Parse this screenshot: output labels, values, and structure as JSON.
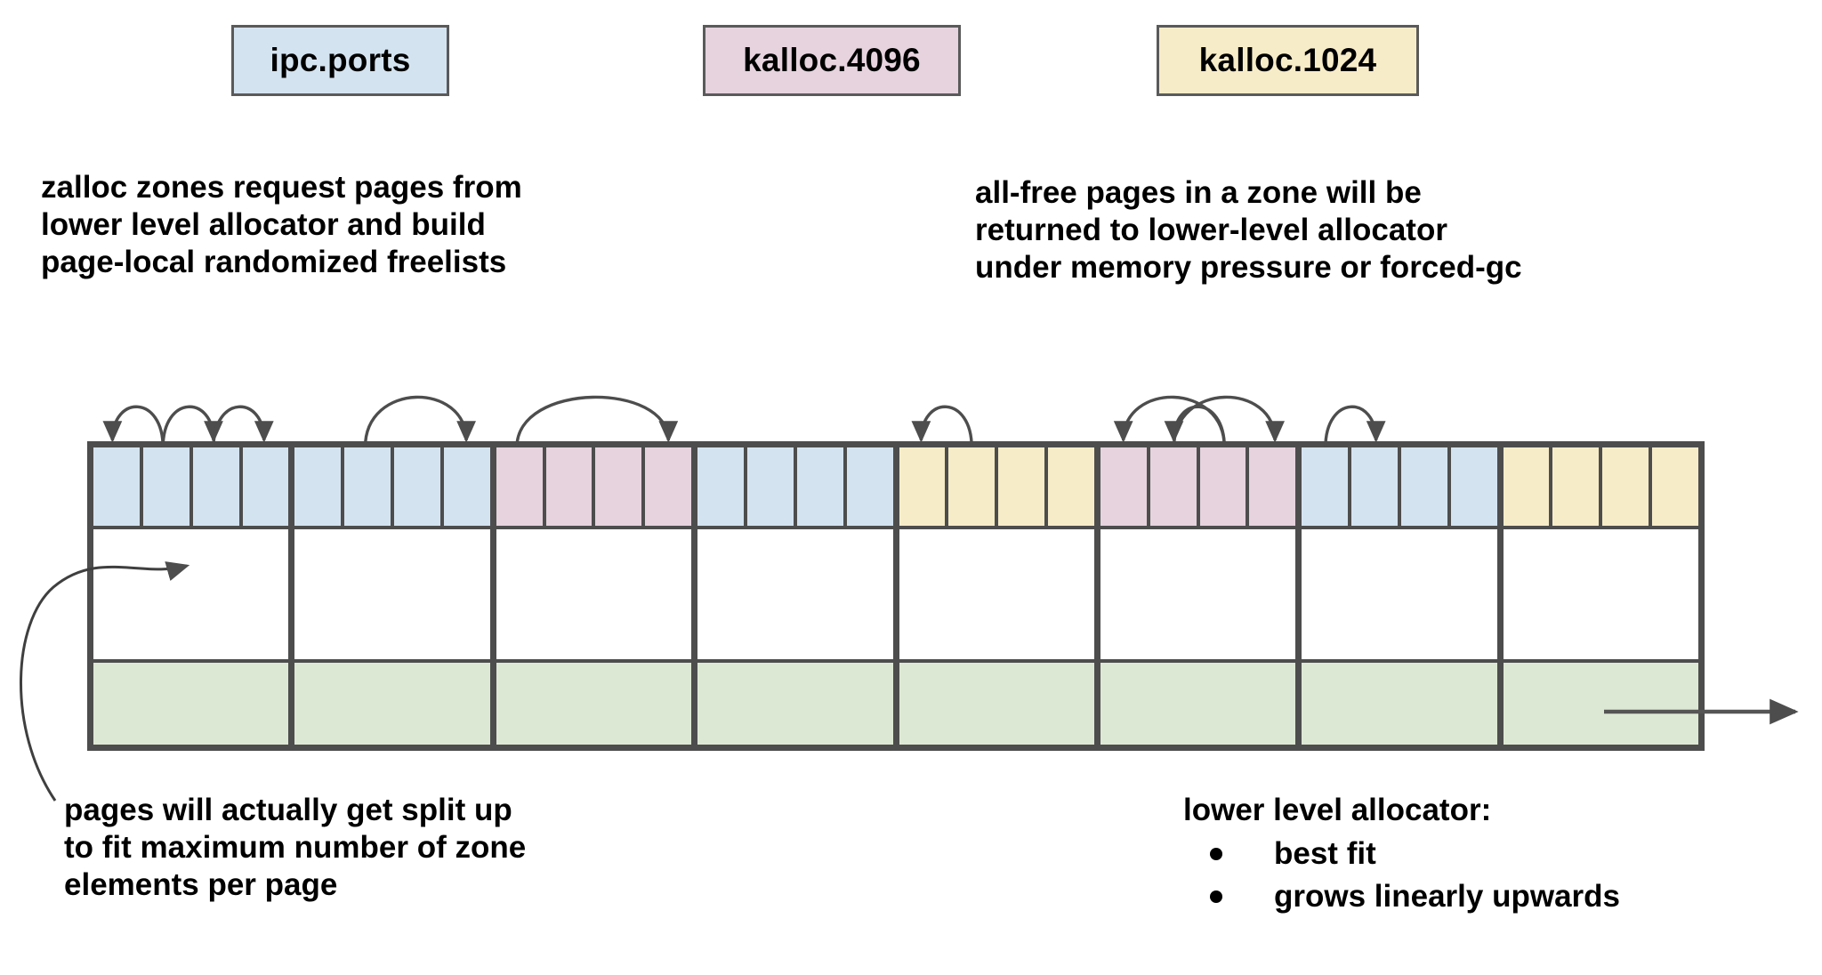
{
  "legend": {
    "chips": [
      {
        "label": "ipc.ports",
        "color": "#d4e3f0"
      },
      {
        "label": "kalloc.4096",
        "color": "#e6d3dd"
      },
      {
        "label": "kalloc.1024",
        "color": "#f7ecc8"
      }
    ]
  },
  "notes": {
    "top_left": "zalloc zones request pages from\nlower level allocator and build\npage-local randomized freelists",
    "top_right": "all-free pages in a zone will be\nreturned to lower-level allocator\nunder memory pressure or forced-gc",
    "bottom_left": "pages will actually get split up\nto fit maximum number of zone\nelements per page"
  },
  "allocator": {
    "title": "lower level allocator:",
    "bullets": [
      "best fit",
      "grows linearly upwards"
    ]
  },
  "memory_map": {
    "page_count": 8,
    "cells_per_page": 4,
    "rows": [
      "zone-elements",
      "free-space",
      "used-by-lower-allocator"
    ],
    "colors": {
      "ipc_ports": "#d4e3f0",
      "kalloc_4096": "#e6d3dd",
      "kalloc_1024": "#f7ecc8",
      "used": "#dde8d4",
      "free": "#ffffff",
      "stroke": "#4d4d4d"
    },
    "pages": [
      {
        "index": 1,
        "zone": "ipc.ports",
        "color": "#d4e3f0"
      },
      {
        "index": 2,
        "zone": "ipc.ports",
        "color": "#d4e3f0"
      },
      {
        "index": 3,
        "zone": "kalloc.4096",
        "color": "#e6d3dd"
      },
      {
        "index": 4,
        "zone": "ipc.ports",
        "color": "#d4e3f0"
      },
      {
        "index": 5,
        "zone": "kalloc.1024",
        "color": "#f7ecc8"
      },
      {
        "index": 6,
        "zone": "kalloc.4096",
        "color": "#e6d3dd"
      },
      {
        "index": 7,
        "zone": "ipc.ports",
        "color": "#d4e3f0"
      },
      {
        "index": 8,
        "zone": "kalloc.1024",
        "color": "#f7ecc8"
      }
    ],
    "freelist_arcs": [
      {
        "page": 1,
        "from_cell": 2,
        "to_cell": 1
      },
      {
        "page": 1,
        "from_cell": 2,
        "to_cell": 3
      },
      {
        "page": 1,
        "from_cell": 3,
        "to_cell": 4
      },
      {
        "page": 2,
        "from_cell": 2,
        "to_cell": 4
      },
      {
        "page": 3,
        "from_cell": 1,
        "to_cell": 4
      },
      {
        "page": 5,
        "from_cell": 2,
        "to_cell": 1
      },
      {
        "page": 6,
        "from_cell": 3,
        "to_cell": 1
      },
      {
        "page": 6,
        "from_cell": 3,
        "to_cell": 2
      },
      {
        "page": 6,
        "from_cell": 2,
        "to_cell": 4
      },
      {
        "page": 7,
        "from_cell": 1,
        "to_cell": 2
      }
    ],
    "growth_arrow": {
      "direction": "right",
      "label": ""
    }
  }
}
